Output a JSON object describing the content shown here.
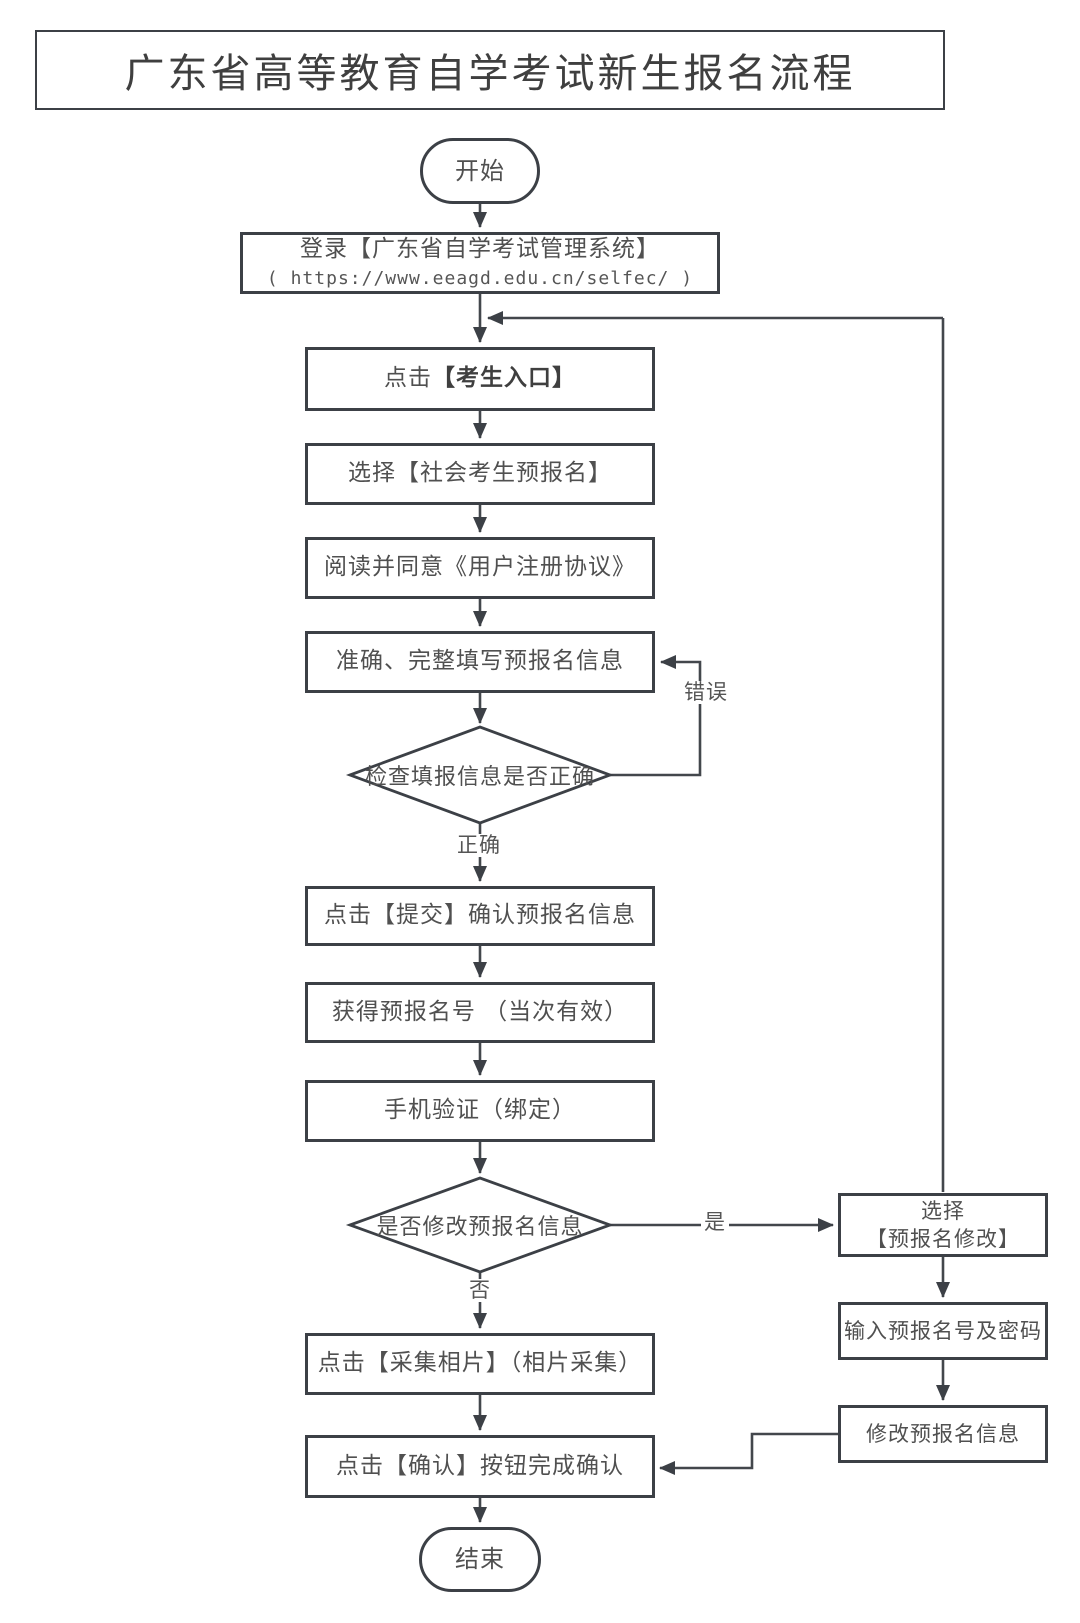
{
  "title": "广东省高等教育自学考试新生报名流程",
  "nodes": {
    "start": "开始",
    "login_line1": "登录【广东省自学考试管理系统】",
    "login_line2": "( https://www.eeagd.edu.cn/selfec/ )",
    "entry_prefix": "点击",
    "entry_bold": "【考生入口】",
    "select_preregister": "选择【社会考生预报名】",
    "agreement": "阅读并同意《用户注册协议》",
    "fill_info": "准确、完整填写预报名信息",
    "check_info": "检查填报信息是否正确",
    "submit": "点击【提交】确认预报名信息",
    "get_number": "获得预报名号 （当次有效）",
    "phone_verify": "手机验证（绑定）",
    "modify_decision": "是否修改预报名信息",
    "select_modify_line1": "选择",
    "select_modify_line2": "【预报名修改】",
    "input_number": "输入预报名号及密码",
    "modify_info": "修改预报名信息",
    "photo": "点击【采集相片】（相片采集）",
    "confirm": "点击【确认】按钮完成确认",
    "end": "结束"
  },
  "edge_labels": {
    "error": "错误",
    "correct": "正确",
    "yes": "是",
    "no": "否"
  },
  "colors": {
    "line": "#43474c",
    "border": "#3c4046",
    "text": "#505050"
  }
}
